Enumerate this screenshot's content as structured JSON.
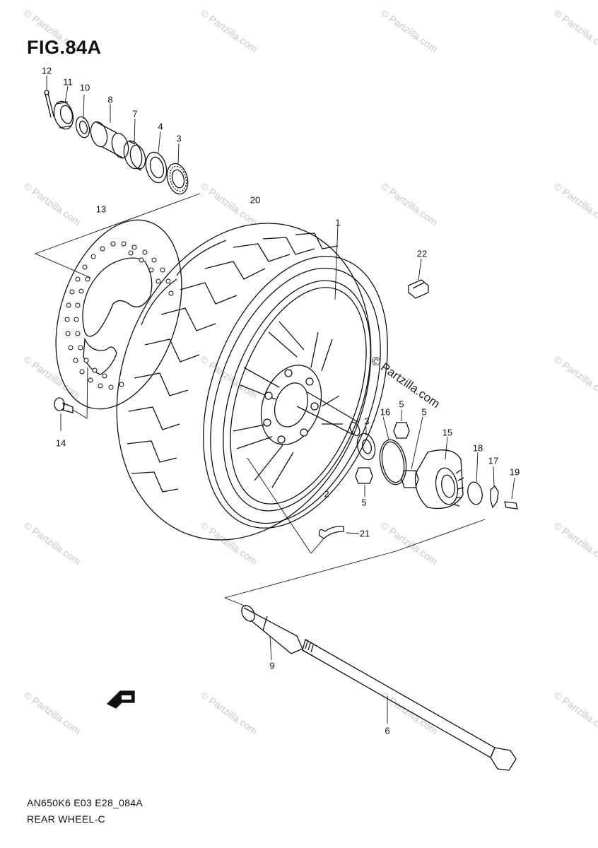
{
  "figure": {
    "title": "FIG.84A",
    "code": "AN650K6 E03 E28_084A",
    "name": "REAR WHEEL-C"
  },
  "watermark": {
    "text": "© Partzilla.com",
    "main_text": "© Partzilla.com"
  },
  "callouts": [
    "12",
    "11",
    "10",
    "8",
    "7",
    "4",
    "3",
    "13",
    "20",
    "1",
    "22",
    "3",
    "16",
    "5",
    "5",
    "15",
    "18",
    "17",
    "19",
    "5",
    "2",
    "21",
    "14",
    "9",
    "6"
  ],
  "colors": {
    "ink": "#111111",
    "watermark": "#c8c8c8",
    "background": "#ffffff"
  }
}
